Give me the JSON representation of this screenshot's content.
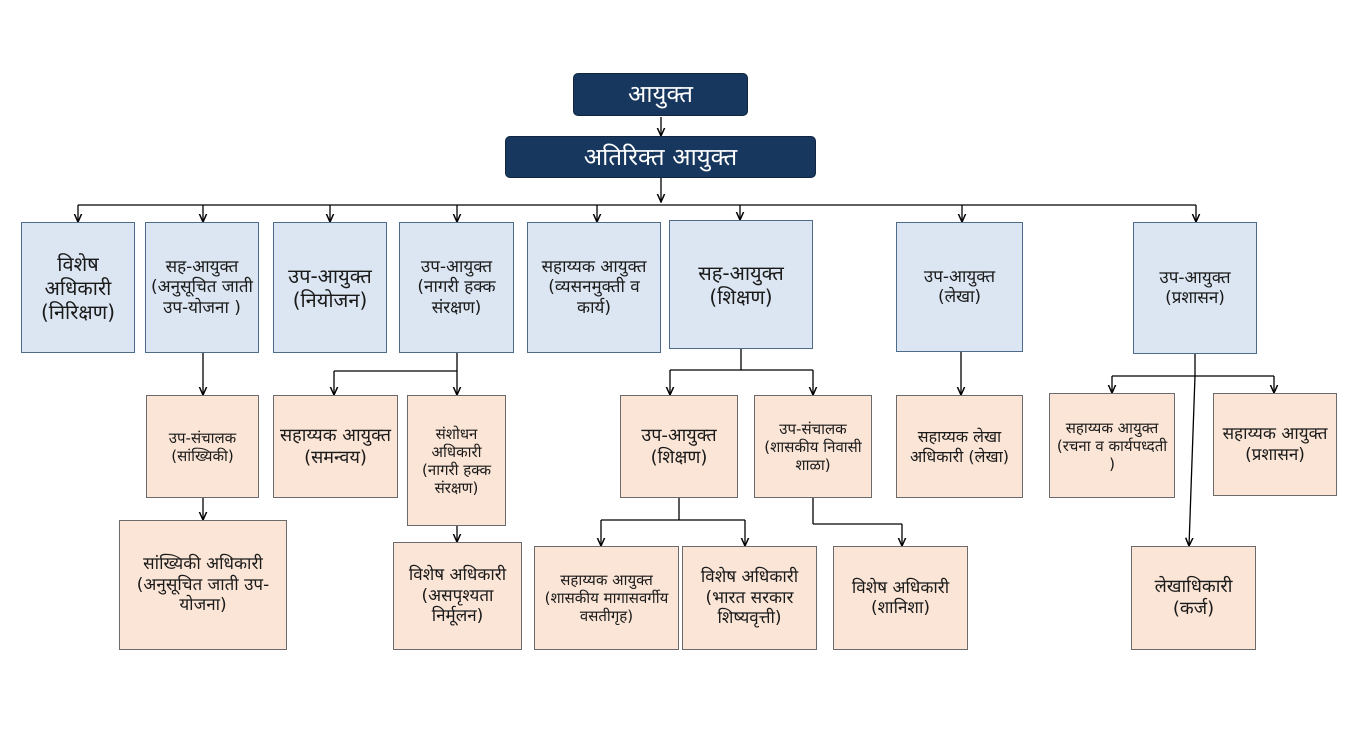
{
  "nodes": {
    "commissioner": "आयुक्त",
    "additional_commissioner": "अतिरिक्त आयुक्त",
    "special_officer_inspection": "विशेष अधिकारी (निरिक्षण)",
    "joint_commissioner_scp": "सह-आयुक्त (अनुसूचित जाती उप-योजना )",
    "deputy_commissioner_planning": "उप-आयुक्त (नियोजन)",
    "deputy_commissioner_civil_rights": "उप-आयुक्त (नागरी हक्क संरक्षण)",
    "assistant_commissioner_deaddiction": "सहाय्यक आयुक्त (व्यसनमुक्ती व कार्य)",
    "joint_commissioner_education": "सह-आयुक्त (शिक्षण)",
    "deputy_commissioner_accounts": "उप-आयुक्त (लेखा)",
    "deputy_commissioner_admin": "उप-आयुक्त (प्रशासन)",
    "deputy_director_statistics": "उप-संचालक (सांख्यिकी)",
    "statistics_officer_scp": "सांख्यिकी अधिकारी (अनुसूचित जाती उप-योजना)",
    "assistant_commissioner_coordination": "सहाय्यक आयुक्त (समन्वय)",
    "research_officer_civil_rights": "संशोधन अधिकारी (नागरी हक्क संरक्षण)",
    "special_officer_untouchability": "विशेष अधिकारी (असपृश्यता निर्मूलन)",
    "deputy_commissioner_education": "उप-आयुक्त (शिक्षण)",
    "deputy_director_residential_schools": "उप-संचालक (शासकीय निवासी शाळा)",
    "assistant_commissioner_hostels": "सहाय्यक आयुक्त (शासकीय मागासवर्गीय वसतीगृह)",
    "special_officer_scholarship": "विशेष अधिकारी (भारत सरकार शिष्यवृत्ती)",
    "special_officer_shanisha": "विशेष अधिकारी (शानिशा)",
    "assistant_accounts_officer": "सहाय्यक लेखा अधिकारी (लेखा)",
    "assistant_commissioner_structure": "सहाय्यक आयुक्त (रचना व कार्यपध्दती )",
    "assistant_commissioner_admin": "सहाय्यक आयुक्त (प्रशासन)",
    "accounts_officer_loan": "लेखाधिकारी (कर्ज)"
  },
  "colors": {
    "top_level": "#17375e",
    "second_level": "#dce6f2",
    "third_level": "#fbe5d6",
    "connector": "#000000"
  }
}
